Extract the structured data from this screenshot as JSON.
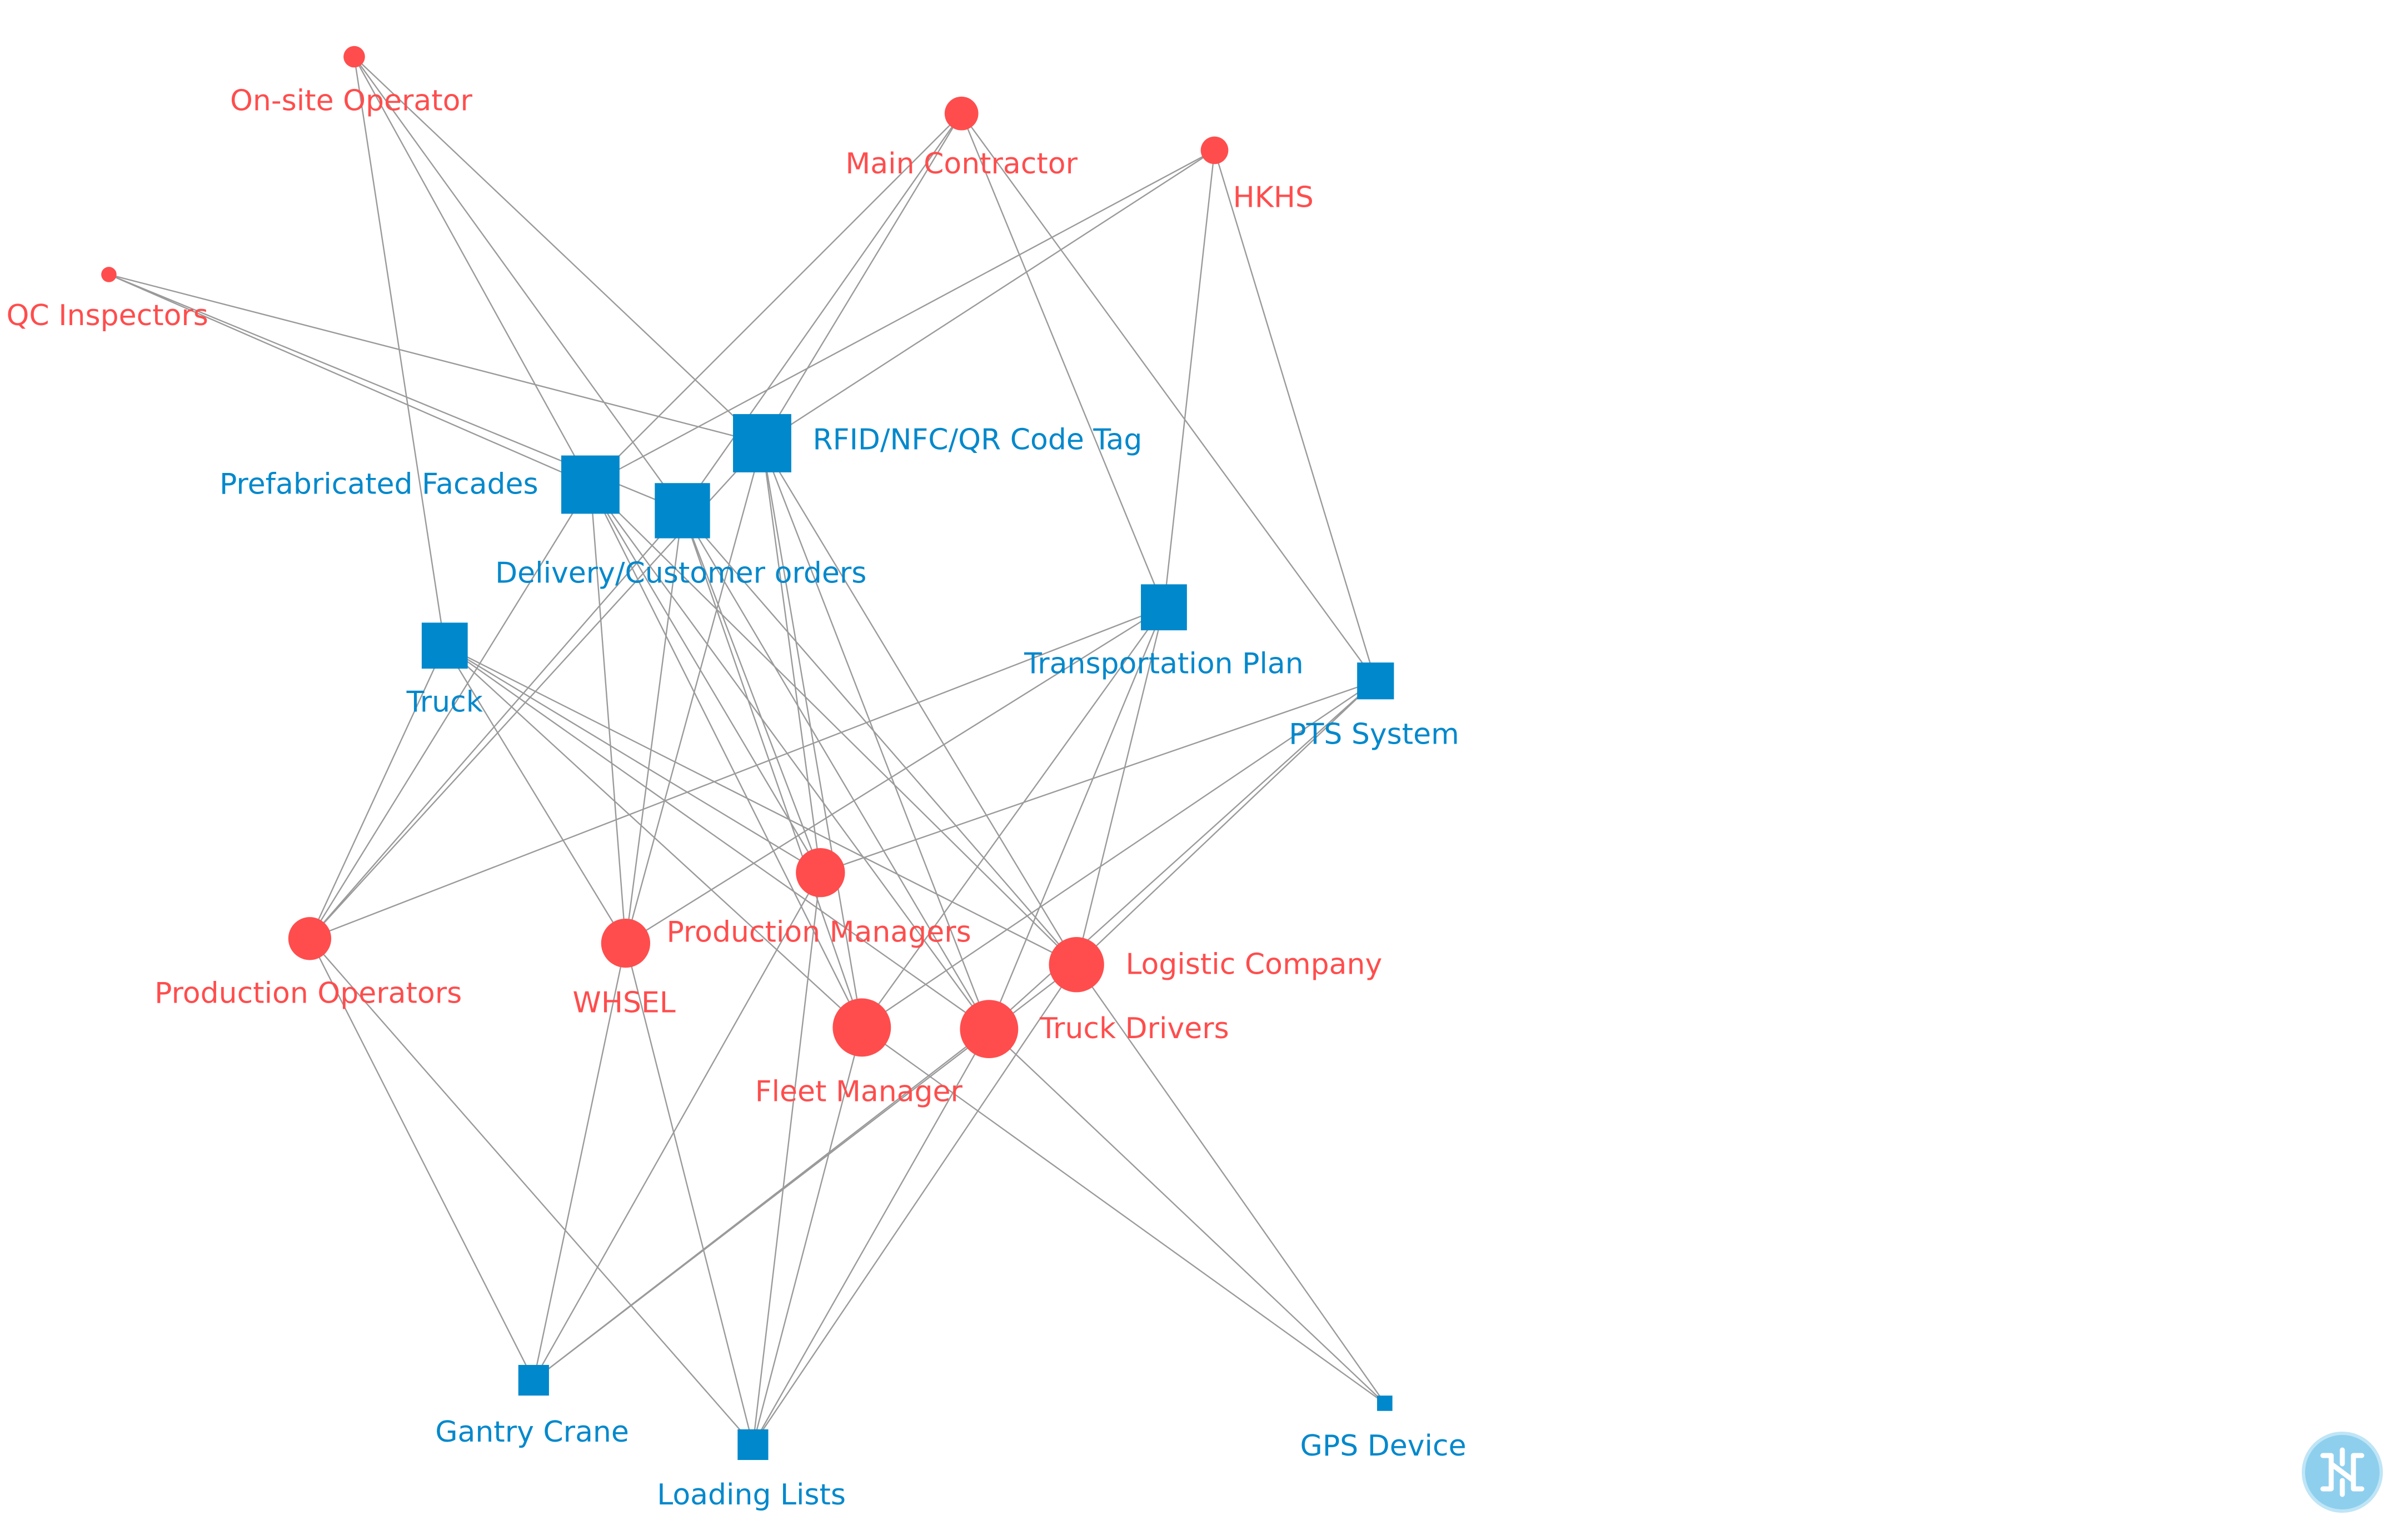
{
  "colors": {
    "actor": "#ff4d4d",
    "artifact": "#0088cc",
    "edge": "#9a9a9a",
    "logo": "#8ecfee"
  },
  "logo_icon": "network-logo-icon",
  "nodes": [
    {
      "id": "onsite_operator",
      "label": "On-site Operator",
      "kind": "actor"
    },
    {
      "id": "main_contractor",
      "label": "Main Contractor",
      "kind": "actor"
    },
    {
      "id": "hkhs",
      "label": "HKHS",
      "kind": "actor"
    },
    {
      "id": "qc_inspectors",
      "label": "QC Inspectors",
      "kind": "actor"
    },
    {
      "id": "rfid_tag",
      "label": "RFID/NFC/QR Code Tag",
      "kind": "artifact"
    },
    {
      "id": "prefab_facades",
      "label": "Prefabricated Facades",
      "kind": "artifact"
    },
    {
      "id": "delivery_orders",
      "label": "Delivery/Customer orders",
      "kind": "artifact"
    },
    {
      "id": "truck",
      "label": "Truck",
      "kind": "artifact"
    },
    {
      "id": "transport_plan",
      "label": "Transportation Plan",
      "kind": "artifact"
    },
    {
      "id": "pts_system",
      "label": "PTS System",
      "kind": "artifact"
    },
    {
      "id": "production_operators",
      "label": "Production Operators",
      "kind": "actor"
    },
    {
      "id": "whsel",
      "label": "WHSEL",
      "kind": "actor"
    },
    {
      "id": "production_managers",
      "label": "Production Managers",
      "kind": "actor"
    },
    {
      "id": "logistic_company",
      "label": "Logistic Company",
      "kind": "actor"
    },
    {
      "id": "fleet_manager",
      "label": "Fleet Manager",
      "kind": "actor"
    },
    {
      "id": "truck_drivers",
      "label": "Truck Drivers",
      "kind": "actor"
    },
    {
      "id": "gantry_crane",
      "label": "Gantry Crane",
      "kind": "artifact"
    },
    {
      "id": "loading_lists",
      "label": "Loading Lists",
      "kind": "artifact"
    },
    {
      "id": "gps_device",
      "label": "GPS Device",
      "kind": "artifact"
    }
  ],
  "edges": [
    [
      "onsite_operator",
      "prefab_facades"
    ],
    [
      "onsite_operator",
      "delivery_orders"
    ],
    [
      "onsite_operator",
      "rfid_tag"
    ],
    [
      "onsite_operator",
      "truck"
    ],
    [
      "main_contractor",
      "prefab_facades"
    ],
    [
      "main_contractor",
      "delivery_orders"
    ],
    [
      "main_contractor",
      "rfid_tag"
    ],
    [
      "main_contractor",
      "transport_plan"
    ],
    [
      "main_contractor",
      "pts_system"
    ],
    [
      "hkhs",
      "prefab_facades"
    ],
    [
      "hkhs",
      "rfid_tag"
    ],
    [
      "hkhs",
      "transport_plan"
    ],
    [
      "hkhs",
      "pts_system"
    ],
    [
      "qc_inspectors",
      "prefab_facades"
    ],
    [
      "qc_inspectors",
      "rfid_tag"
    ],
    [
      "qc_inspectors",
      "delivery_orders"
    ],
    [
      "prefab_facades",
      "production_operators"
    ],
    [
      "prefab_facades",
      "whsel"
    ],
    [
      "prefab_facades",
      "production_managers"
    ],
    [
      "prefab_facades",
      "fleet_manager"
    ],
    [
      "prefab_facades",
      "truck_drivers"
    ],
    [
      "prefab_facades",
      "logistic_company"
    ],
    [
      "delivery_orders",
      "production_operators"
    ],
    [
      "delivery_orders",
      "whsel"
    ],
    [
      "delivery_orders",
      "production_managers"
    ],
    [
      "delivery_orders",
      "fleet_manager"
    ],
    [
      "delivery_orders",
      "truck_drivers"
    ],
    [
      "delivery_orders",
      "logistic_company"
    ],
    [
      "rfid_tag",
      "whsel"
    ],
    [
      "rfid_tag",
      "production_managers"
    ],
    [
      "rfid_tag",
      "fleet_manager"
    ],
    [
      "rfid_tag",
      "truck_drivers"
    ],
    [
      "rfid_tag",
      "logistic_company"
    ],
    [
      "rfid_tag",
      "production_operators"
    ],
    [
      "truck",
      "production_operators"
    ],
    [
      "truck",
      "whsel"
    ],
    [
      "truck",
      "fleet_manager"
    ],
    [
      "truck",
      "truck_drivers"
    ],
    [
      "truck",
      "logistic_company"
    ],
    [
      "truck",
      "production_managers"
    ],
    [
      "transport_plan",
      "production_operators"
    ],
    [
      "transport_plan",
      "whsel"
    ],
    [
      "transport_plan",
      "fleet_manager"
    ],
    [
      "transport_plan",
      "truck_drivers"
    ],
    [
      "transport_plan",
      "logistic_company"
    ],
    [
      "pts_system",
      "production_managers"
    ],
    [
      "pts_system",
      "fleet_manager"
    ],
    [
      "pts_system",
      "truck_drivers"
    ],
    [
      "pts_system",
      "logistic_company"
    ],
    [
      "production_operators",
      "gantry_crane"
    ],
    [
      "production_operators",
      "loading_lists"
    ],
    [
      "whsel",
      "gantry_crane"
    ],
    [
      "whsel",
      "loading_lists"
    ],
    [
      "production_managers",
      "gantry_crane"
    ],
    [
      "production_managers",
      "loading_lists"
    ],
    [
      "fleet_manager",
      "loading_lists"
    ],
    [
      "fleet_manager",
      "gps_device"
    ],
    [
      "truck_drivers",
      "gantry_crane"
    ],
    [
      "truck_drivers",
      "loading_lists"
    ],
    [
      "truck_drivers",
      "gps_device"
    ],
    [
      "logistic_company",
      "gantry_crane"
    ],
    [
      "logistic_company",
      "loading_lists"
    ],
    [
      "logistic_company",
      "gps_device"
    ]
  ]
}
